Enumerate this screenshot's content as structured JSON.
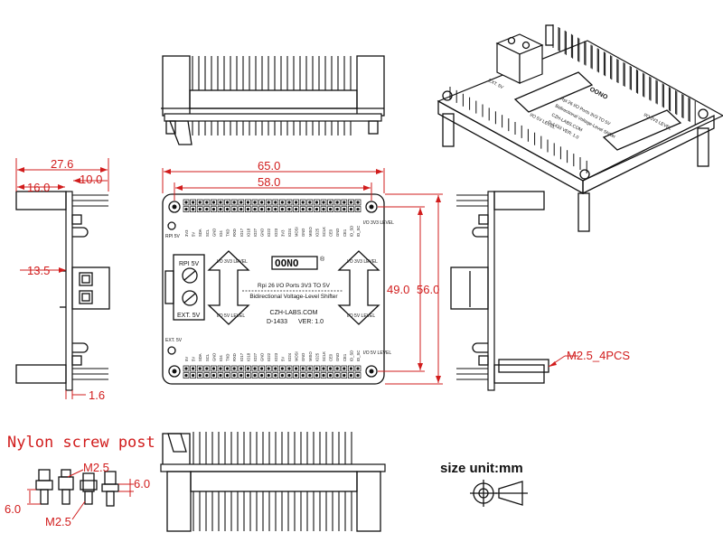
{
  "dims": {
    "total_width": "65.0",
    "hole_spacing_x": "58.0",
    "hole_spacing_y": "49.0",
    "total_height": "56.0",
    "side_total": "27.6",
    "side_left": "16.0",
    "side_right": "10.0",
    "terminal_offset": "13.5",
    "pcb_thickness": "1.6",
    "screw": "M2.5_4PCS",
    "post_m_top": "M2.5",
    "post_m_bottom": "M2.5",
    "post_h_left": "6.0",
    "post_h_right": "6.0"
  },
  "labels": {
    "nylon": "Nylon screw post",
    "size_unit": "size unit:mm"
  },
  "board": {
    "brand": "OONO",
    "registered": "®",
    "title_line": "Rpi 26 I/O Ports 3V3 TO 5V",
    "subtitle_line": "Bidirectional Voltage-Level Shifter",
    "website": "CZH-LABS.COM",
    "model": "D-1433",
    "version": "VER: 1.0",
    "rpi_5v": "RPI 5V",
    "ext_5v": "EXT. 5V",
    "rpi_5v_small": "RPI 5V",
    "ext_5v_small": "EXT. 5V",
    "io_3v3_level": "I/O 3V3 LEVEL",
    "io_5v_level": "I/O 5V LEVEL",
    "arrow_3v3": "I/O 3V3 LEVEL",
    "arrow_5v": "I/O 5V LEVEL",
    "top_pins_row": [
      "3V3",
      "5V",
      "SDA",
      "SCL",
      "GND",
      "IO4",
      "TXD",
      "RXD",
      "IO17",
      "IO18",
      "IO27",
      "GND",
      "IO22",
      "IO23",
      "3V3",
      "IO24",
      "MOSI",
      "GND",
      "MISO",
      "IO25",
      "SCLK",
      "CE0",
      "GND",
      "CE1",
      "ID_SD",
      "ID_SC",
      "IO5",
      "GND",
      "IO6",
      "IO12",
      "IO13",
      "GND",
      "IO19",
      "IO16",
      "IO26",
      "IO20",
      "GND",
      "IO21"
    ],
    "bottom_pins_row": [
      "5V",
      "5V",
      "SDA",
      "SCL",
      "GND",
      "IO4",
      "TXD",
      "RXD",
      "IO17",
      "IO18",
      "IO27",
      "GND",
      "IO22",
      "IO23",
      "5V",
      "IO24",
      "MOSI",
      "GND",
      "MISO",
      "IO25",
      "SCLK",
      "CE0",
      "GND",
      "CE1",
      "ID_SD",
      "ID_SC",
      "IO5",
      "GND",
      "IO6",
      "IO12",
      "IO13",
      "GND",
      "IO19",
      "IO16",
      "IO26",
      "IO20",
      "GND",
      "IO21"
    ]
  },
  "iso": {
    "brand": "OONO",
    "title_line": "Rpi 26 I/O Ports 3V3 TO 5V",
    "subtitle_line": "Bidirectional Voltage-Level Shifter",
    "website": "CZH-LABS.COM",
    "model": "D-1433 VER: 1.0",
    "ext_5v": "EXT. 5V",
    "io_3v3": "I/O 3V3 LEVEL",
    "io_5v": "I/O 5V LEVEL"
  },
  "colors": {
    "dimension": "#d11c1c",
    "line": "#111111"
  }
}
